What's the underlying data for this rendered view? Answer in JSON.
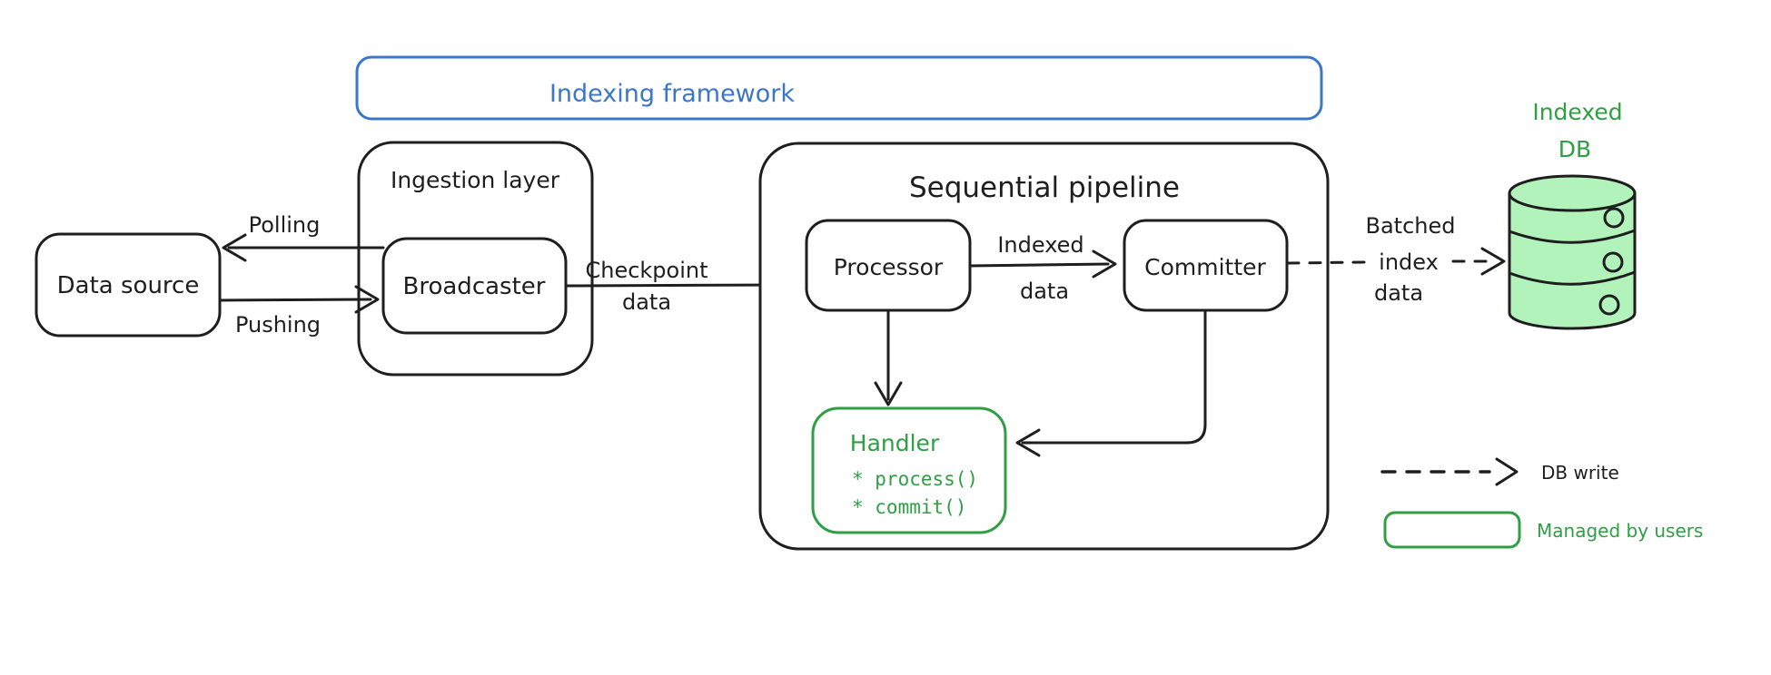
{
  "diagram": {
    "title": "Indexing framework",
    "colors": {
      "ink": "#1e1e1e",
      "blue": "#3b76c9",
      "green": "#2f9e44",
      "green_fill": "#b2f2bb"
    },
    "nodes": {
      "data_source": "Data source",
      "ingestion_layer": "Ingestion layer",
      "broadcaster": "Broadcaster",
      "sequential_pipeline": "Sequential pipeline",
      "processor": "Processor",
      "committer": "Committer",
      "handler": {
        "title": "Handler",
        "methods": [
          "* process()",
          "* commit()"
        ]
      },
      "indexed_db": {
        "line1": "Indexed",
        "line2": "DB"
      }
    },
    "edges": {
      "polling": "Polling",
      "pushing": "Pushing",
      "checkpoint": {
        "line1": "Checkpoint",
        "line2": "data"
      },
      "indexed": {
        "line1": "Indexed",
        "line2": "data"
      },
      "batched": {
        "line1": "Batched",
        "line2": "index",
        "line3": "data"
      }
    },
    "legend": {
      "db_write": "DB write",
      "managed_by_users": "Managed by users"
    }
  }
}
